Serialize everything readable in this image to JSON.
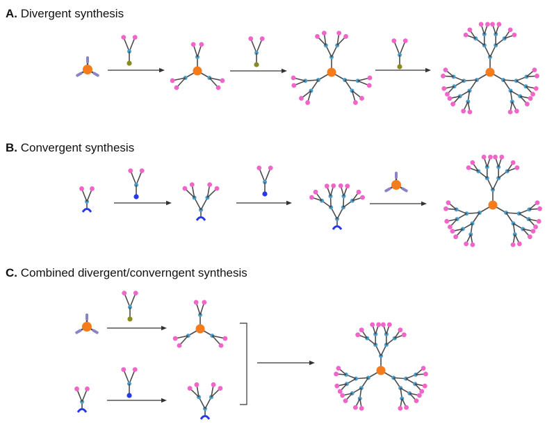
{
  "sections": [
    {
      "letter": "A.",
      "title": "Divergent synthesis"
    },
    {
      "letter": "B.",
      "title": "Convergent synthesis"
    },
    {
      "letter": "C.",
      "title": "Combined divergent/converngent synthesis"
    }
  ],
  "colors": {
    "core": "#f47c1c",
    "branch_node": "#4a9fcc",
    "terminal": "#f066c8",
    "bond": "#4a4a4a",
    "core_arm_end": "#8b84c4",
    "divergent_anchor": "#8a8a22",
    "convergent_anchor": "#2838e8",
    "arrow": "#333333"
  }
}
